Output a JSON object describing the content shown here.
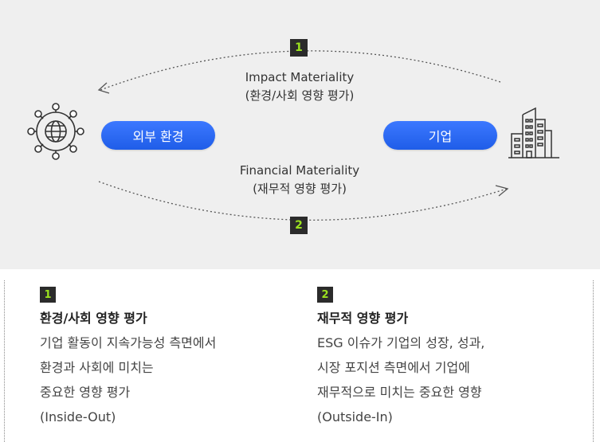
{
  "diagram": {
    "badge_1": "1",
    "badge_2": "2",
    "top_label_line1": "Impact Materiality",
    "top_label_line2": "(환경/사회 영향 평가)",
    "bottom_label_line1": "Financial Materiality",
    "bottom_label_line2": "(재무적 영향 평가)",
    "left_pill": "외부 환경",
    "right_pill": "기업",
    "left_icon": "globe-network-icon",
    "right_icon": "buildings-icon",
    "colors": {
      "pill_blue": "#2563eb",
      "badge_bg": "#2b2b2b",
      "badge_text": "#9be21f",
      "panel_bg": "#efefef"
    }
  },
  "cards": [
    {
      "num": "1",
      "title": "환경/사회 영향 평가",
      "desc": [
        "기업 활동이 지속가능성 측면에서",
        "환경과 사회에 미치는",
        "중요한 영향 평가",
        "(Inside-Out)"
      ]
    },
    {
      "num": "2",
      "title": "재무적 영향 평가",
      "desc": [
        "ESG 이슈가 기업의 성장, 성과,",
        "시장 포지션 측면에서 기업에",
        "재무적으로 미치는 중요한 영향",
        "(Outside-In)"
      ]
    }
  ]
}
